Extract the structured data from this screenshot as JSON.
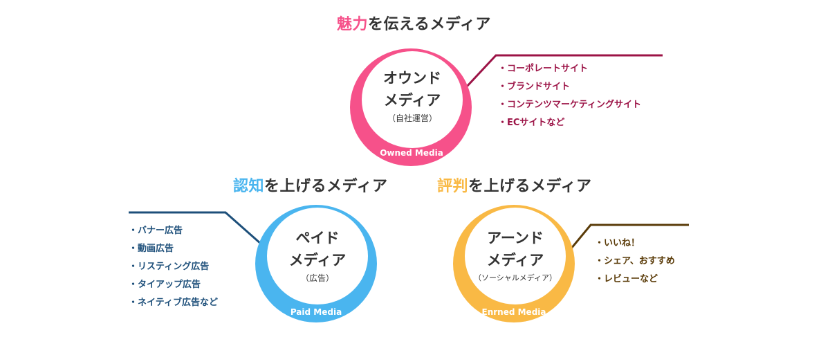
{
  "colors": {
    "owned": "#f6518a",
    "owned_text": "#9c1346",
    "paid": "#4ab5ef",
    "paid_text": "#1d4f7a",
    "earned": "#f9b945",
    "earned_text": "#5a3b08",
    "text": "#333333"
  },
  "owned": {
    "heading_accent": "魅力",
    "heading_rest": "を伝えるメディア",
    "name_line1": "オウンド",
    "name_line2": "メディア",
    "sub": "（自社運営）",
    "english": "Owned Media",
    "items": [
      "・コーポレートサイト",
      "・ブランドサイト",
      "・コンテンツマーケティングサイト",
      "・ECサイトなど"
    ]
  },
  "paid": {
    "heading_accent": "認知",
    "heading_rest": "を上げるメディア",
    "name_line1": "ペイド",
    "name_line2": "メディア",
    "sub": "（広告）",
    "english": "Paid Media",
    "items": [
      "・バナー広告",
      "・動画広告",
      "・リスティング広告",
      "・タイアップ広告",
      "・ネイティブ広告など"
    ]
  },
  "earned": {
    "heading_accent": "評判",
    "heading_rest": "を上げるメディア",
    "name_line1": "アーンド",
    "name_line2": "メディア",
    "sub": "（ソーシャルメディア）",
    "english": "Enrned Media",
    "items": [
      "・いいね！",
      "・シェア、おすすめ",
      "・レビューなど"
    ]
  }
}
